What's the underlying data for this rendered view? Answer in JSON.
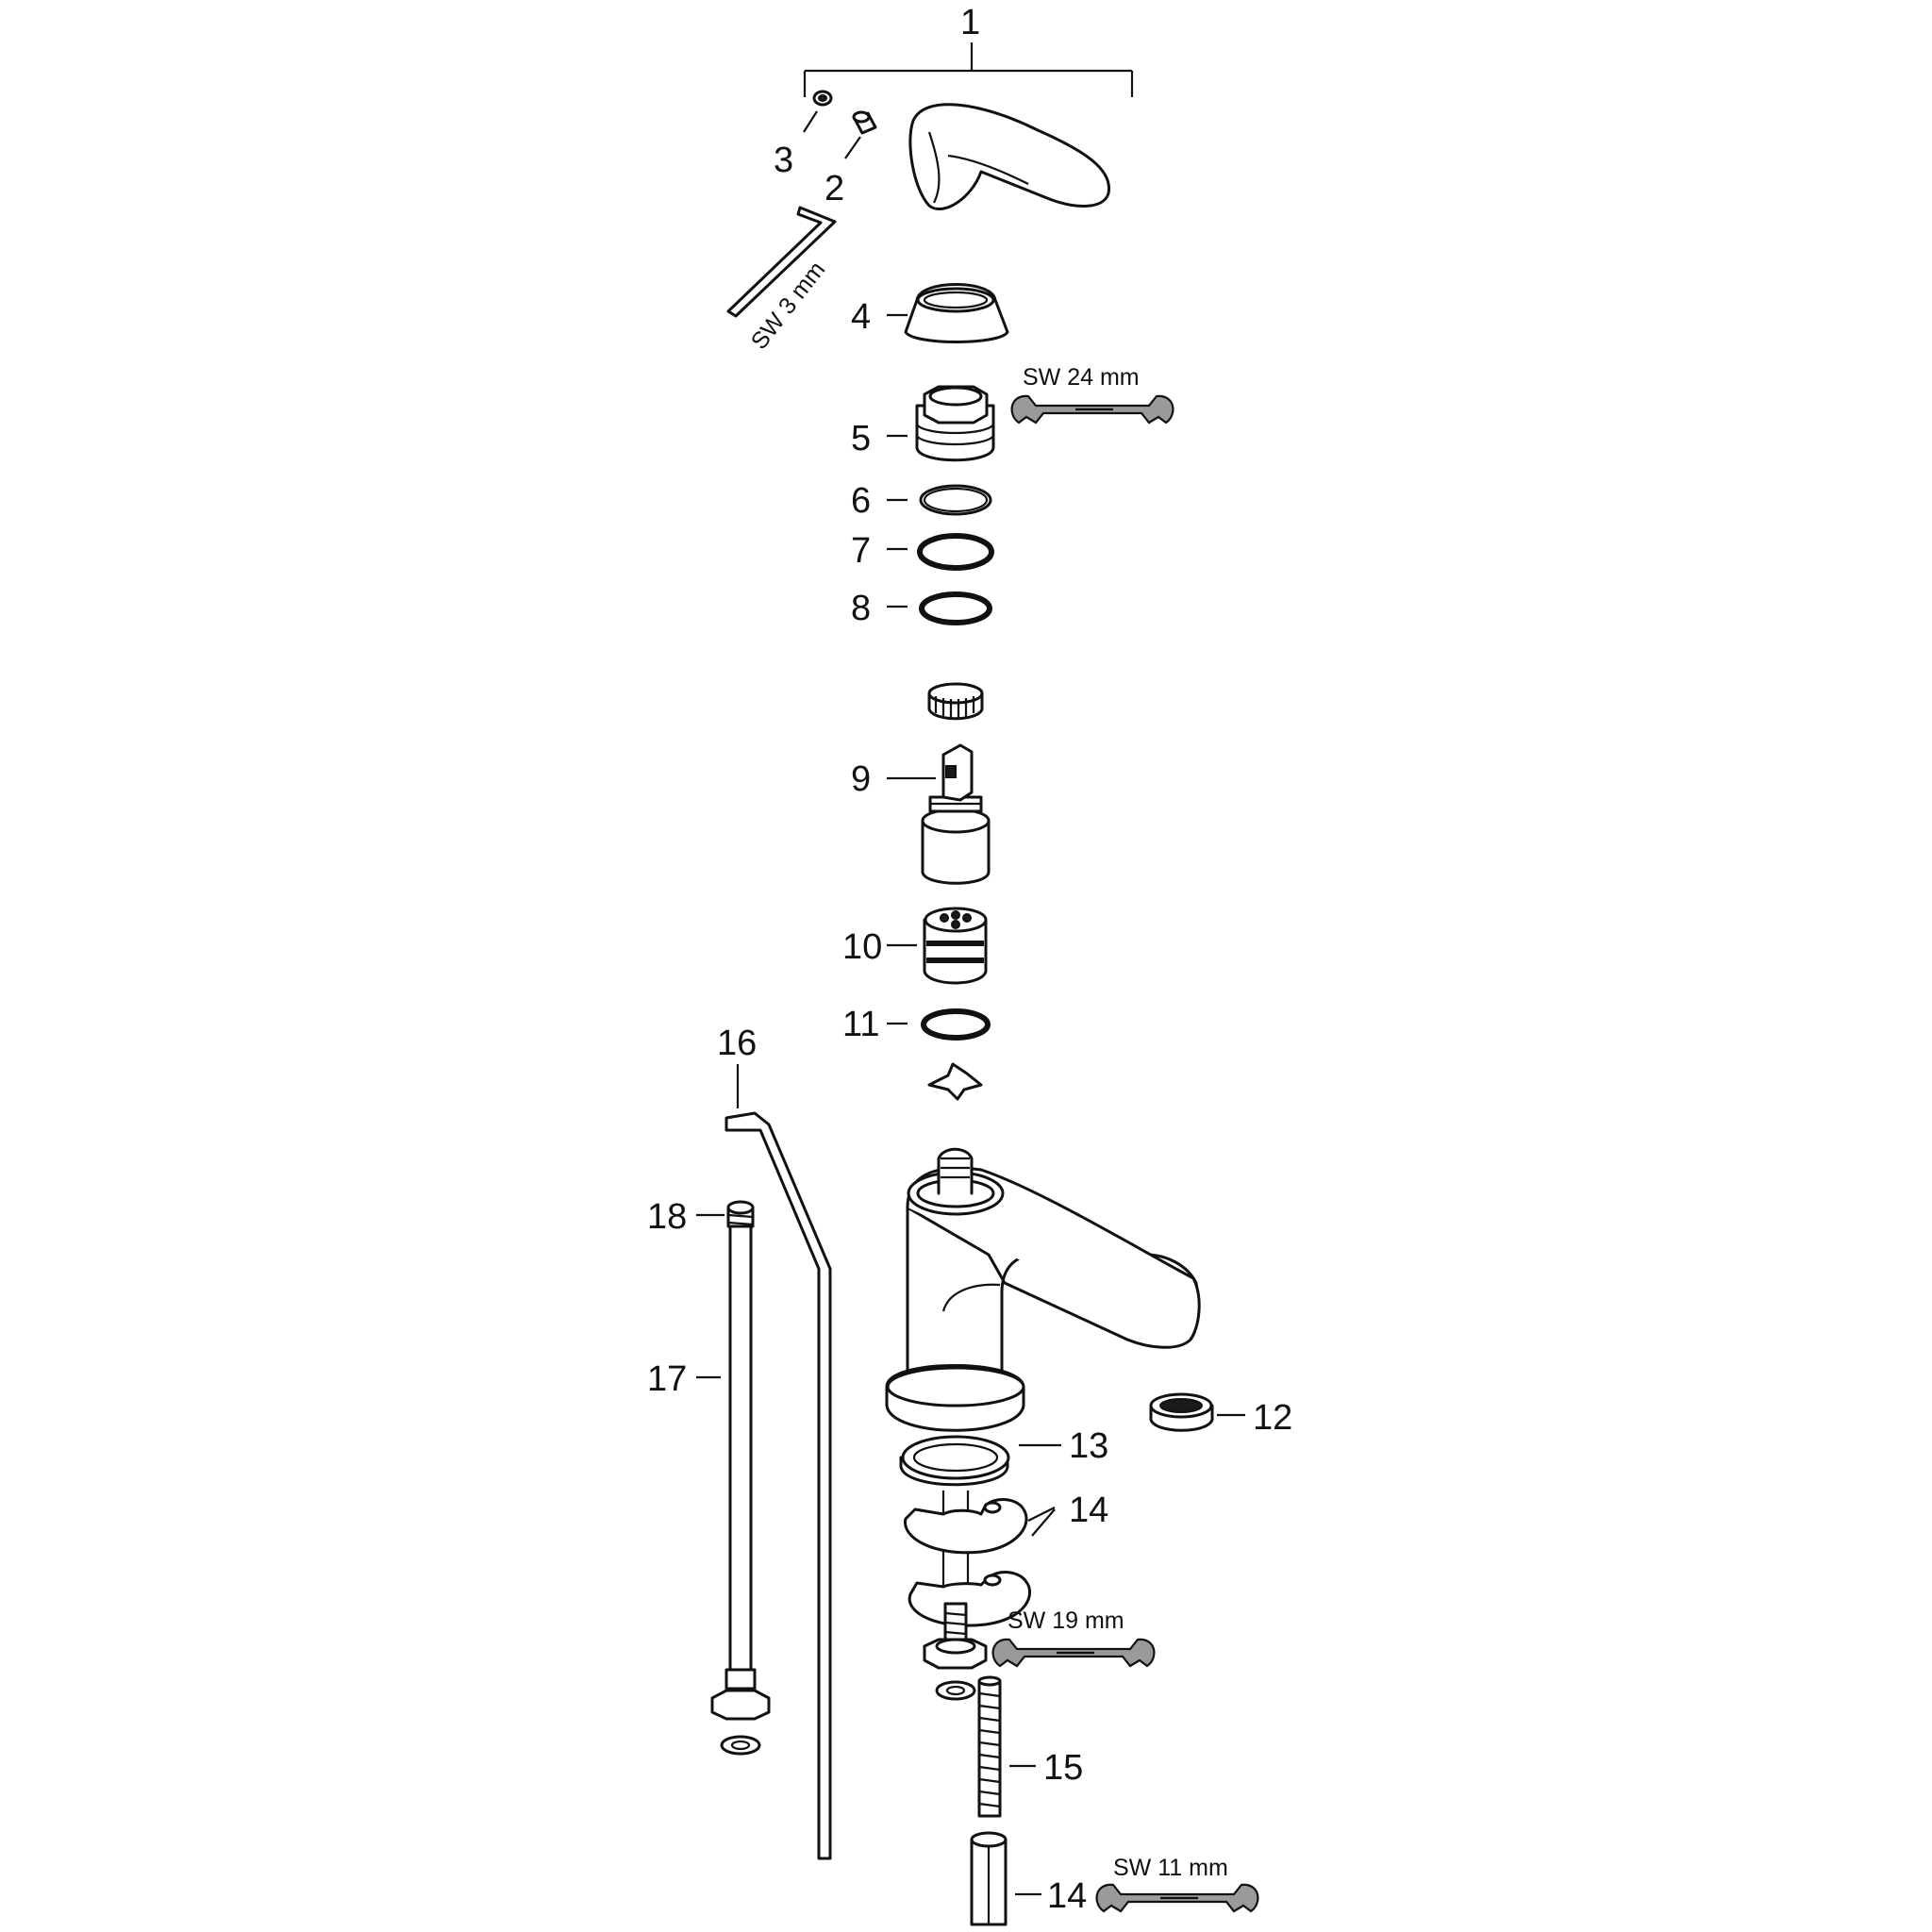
{
  "labels": {
    "p1": "1",
    "p2": "2",
    "p3": "3",
    "p4": "4",
    "p5": "5",
    "p6": "6",
    "p7": "7",
    "p8": "8",
    "p9": "9",
    "p10": "10",
    "p11": "11",
    "p12": "12",
    "p13": "13",
    "p14a": "14",
    "p14b": "14",
    "p15": "15",
    "p16": "16",
    "p17": "17",
    "p18": "18"
  },
  "tools": {
    "allen_key": "SW 3 mm",
    "wrench_24": "SW 24 mm",
    "wrench_19": "SW 19 mm",
    "wrench_11": "SW 11 mm"
  },
  "colors": {
    "line": "#111111",
    "wrench": "#9a9a9a",
    "background": "#ffffff"
  }
}
